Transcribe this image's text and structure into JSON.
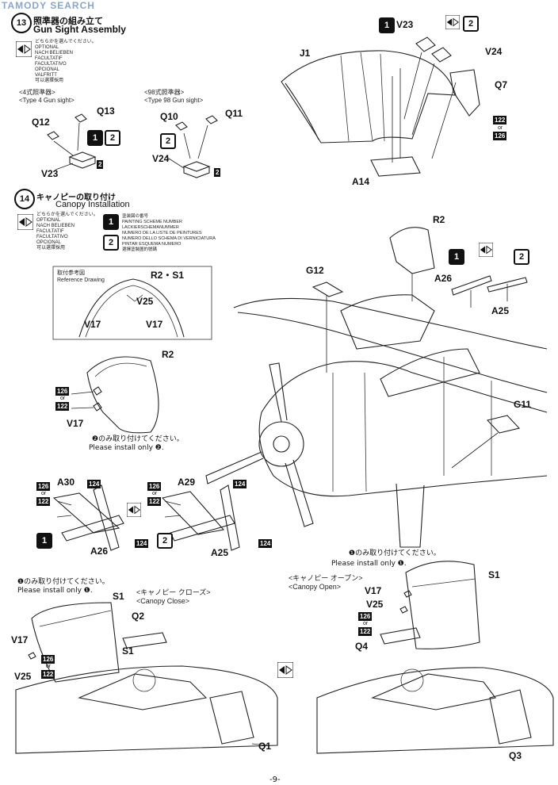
{
  "watermark": "TAMODY SEARCH",
  "page_number": "-9-",
  "step13": {
    "number": "13",
    "title_jp": "照準器の組み立て",
    "title_en": "Gun Sight Assembly",
    "optional_text": "どちらかを選んでください。\nOPTIONAL\nNACH BELIEBEN\nFACULTATIF\nFACULTATIVO\nOPCIONAL\nVALFRITT\n可以選擇採用",
    "type4_label": "<4式照準器>\n<Type 4 Gun sight>",
    "type98_label": "<98式照準器>\n<Type 98 Gun sight>",
    "type4_parts": [
      "Q13",
      "Q12",
      "V23"
    ],
    "type98_parts": [
      "Q10",
      "Q11",
      "V24"
    ],
    "scheme_num": "2"
  },
  "step14": {
    "number": "14",
    "title_jp": "キャノピーの取り付け",
    "title_en": "Canopy Installation",
    "optional_text": "どちらかを選んでください。\nOPTIONAL\nNACH BELIEBEN\nFACULTATIF\nFACULTATIVO\nOPCIONAL\n可以選擇採用",
    "painting_text": "塗装図の番号\nPAINTING SCHEME NUMBER\nLACKIERSCHEMANUMMER\nNUMERO DE LA LISTE DE PEINTURES\nNUMERO DELLO SCHEMA DI VERNICIATURA\nPINTAR ESQUEMA NUMERO\n選擇塗裝圖的號碼",
    "ref_title": "取付参考図\nReference Drawing",
    "ref_parts": [
      "R2・S1",
      "V25",
      "V17",
      "V17"
    ],
    "install_only_2": "❷のみ取り付けてください。",
    "install_only_2_en": "Please install only ❷.",
    "install_only_1": "❶のみ取り付けてください。",
    "install_only_1_en": "Please install only ❶.",
    "canopy_close": "<キャノピー クローズ>\n<Canopy Close>",
    "canopy_open": "<キャノピー オープン>\n<Canopy Open>"
  },
  "parts": {
    "top_right": [
      "J1",
      "V23",
      "V24",
      "Q7",
      "A14"
    ],
    "mid": [
      "R2",
      "G12",
      "A26",
      "A25",
      "G11"
    ],
    "canopy_detail": [
      "R2",
      "V17"
    ],
    "rails": [
      "A30",
      "A26",
      "A29",
      "A25"
    ],
    "close_view": [
      "S1",
      "Q2",
      "V17",
      "V25",
      "Q1"
    ],
    "open_view": [
      "S1",
      "V17",
      "V25",
      "Q4",
      "Q3"
    ]
  },
  "badges": {
    "b122": "122",
    "b124": "124",
    "b126": "126",
    "or": "or"
  },
  "scheme": {
    "one": "1",
    "two": "2"
  }
}
